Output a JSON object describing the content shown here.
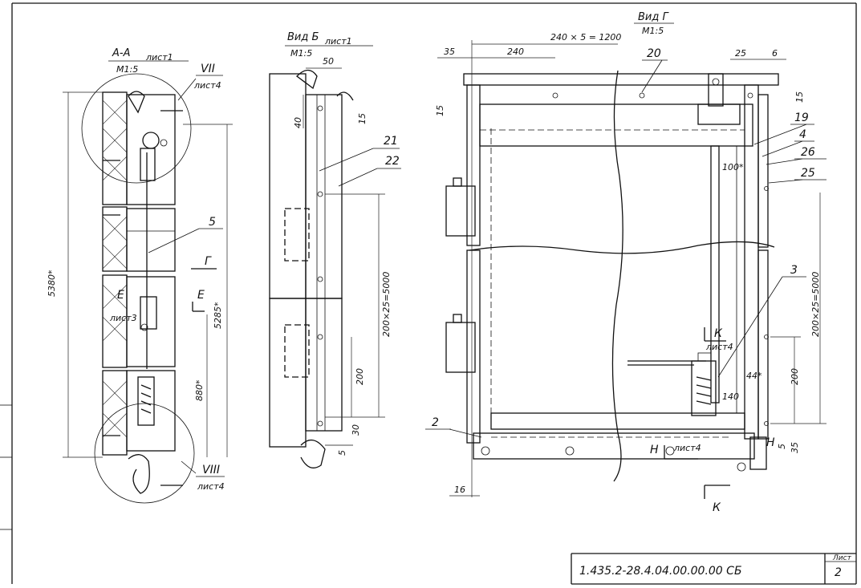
{
  "views": {
    "section_aa": {
      "title": "А-А",
      "sheet_ref": "лист1",
      "scale": "М1:5"
    },
    "view_b": {
      "title": "Вид Б",
      "sheet_ref": "лист1",
      "scale": "М1:5"
    },
    "view_g": {
      "title": "Вид Г",
      "scale": "М1:5"
    }
  },
  "callouts": {
    "vii": {
      "numeral": "VII",
      "sheet_ref": "лист4"
    },
    "viii": {
      "numeral": "VIII",
      "sheet_ref": "лист4"
    },
    "e_left": {
      "letter": "Е",
      "sheet_ref": "лист3"
    },
    "e_right": {
      "letter": "Е"
    },
    "g_mark": {
      "letter": "Г"
    },
    "k_top": {
      "letter": "К",
      "sheet_ref": "лист4"
    },
    "k_bottom": {
      "letter": "К"
    },
    "n_mark": {
      "letter": "Н",
      "sheet_ref": "лист4"
    },
    "n_right": {
      "letter": "Н"
    }
  },
  "part_numbers": {
    "p5": "5",
    "p21": "21",
    "p22": "22",
    "p20": "20",
    "p19": "19",
    "p4": "4",
    "p26": "26",
    "p25": "25",
    "p3": "3",
    "p2": "2"
  },
  "dimensions": {
    "aa_total": "5380*",
    "aa_inner": "5285*",
    "aa_lower": "880*",
    "b_50": "50",
    "b_40": "40",
    "b_15": "15",
    "b_200x25": "200×25=5000",
    "b_200": "200",
    "b_30": "30",
    "b_5": "5",
    "g_240x5": "240 × 5 = 1200",
    "g_35": "35",
    "g_240": "240",
    "g_25": "25",
    "g_6": "6",
    "g_15a": "15",
    "g_15b": "15",
    "g_100": "100*",
    "g_200x25": "200×25=5000",
    "g_200": "200",
    "g_44": "44*",
    "g_140": "140",
    "g_35b": "35",
    "g_5": "5",
    "g_16": "16"
  },
  "title_block": {
    "doc_code": "1.435.2-28.4.04.00.00.00 СБ",
    "sheet_label": "Лист",
    "sheet_number": "2"
  }
}
